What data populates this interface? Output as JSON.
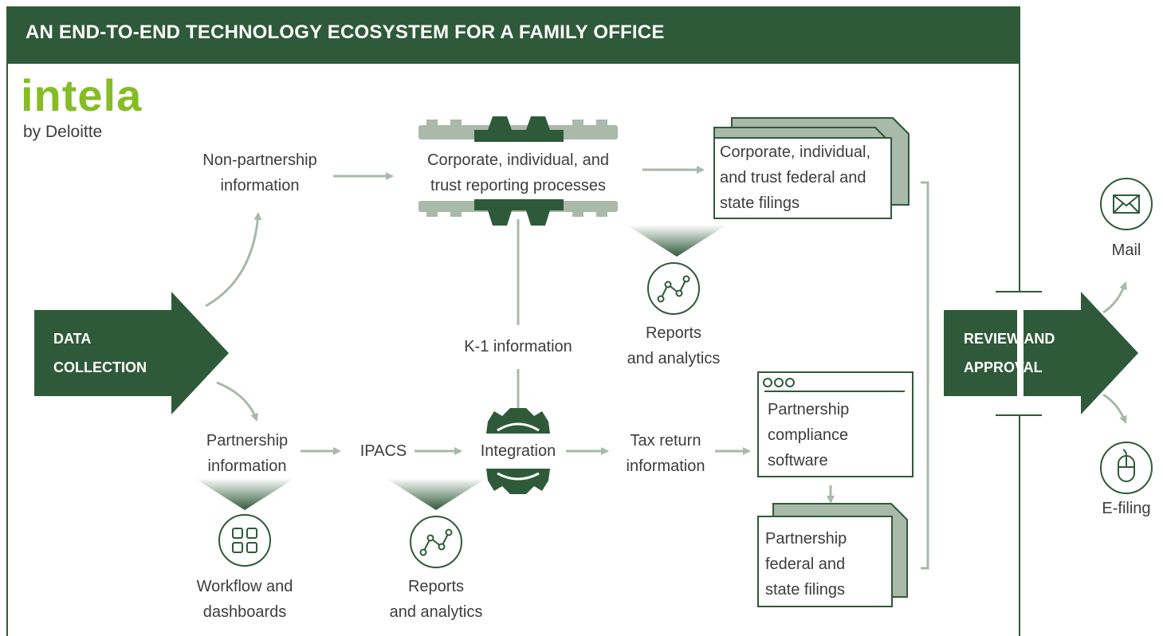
{
  "title": "AN END-TO-END TECHNOLOGY ECOSYSTEM FOR A FAMILY OFFICE",
  "logo": {
    "name": "intela",
    "byline": "by Deloitte"
  },
  "colors": {
    "dark_green": "#2f5a39",
    "light_green": "#86bc25",
    "gray_green": "#a9b9aa",
    "text": "#3d3d3d"
  },
  "nodes": {
    "data_collection": {
      "line1": "DATA",
      "line2": "COLLECTION"
    },
    "review_approval": {
      "line1": "REVIEW AND",
      "line2": "APPROVAL"
    },
    "non_partnership": {
      "line1": "Non-partnership",
      "line2": "information"
    },
    "corporate_processes": {
      "line1": "Corporate, individual, and",
      "line2": "trust reporting processes"
    },
    "corporate_filings": {
      "line1": "Corporate, individual,",
      "line2": "and trust federal and",
      "line3": "state filings"
    },
    "reports_top": {
      "line1": "Reports",
      "line2": "and analytics"
    },
    "k1": {
      "label": "K-1 information"
    },
    "partnership_info": {
      "line1": "Partnership",
      "line2": "information"
    },
    "ipacs": {
      "label": "IPACS"
    },
    "integration": {
      "label": "Integration"
    },
    "tax_return": {
      "line1": "Tax return",
      "line2": "information"
    },
    "software": {
      "line1": "Partnership",
      "line2": "compliance",
      "line3": "software"
    },
    "partnership_filings": {
      "line1": "Partnership",
      "line2": "federal and",
      "line3": "state filings"
    },
    "workflow": {
      "line1": "Workflow and",
      "line2": "dashboards"
    },
    "reports_bottom": {
      "line1": "Reports",
      "line2": "and analytics"
    },
    "mail": {
      "label": "Mail"
    },
    "efiling": {
      "label": "E-filing"
    }
  },
  "icons": [
    "envelope-icon",
    "mouse-icon",
    "analytics-icon",
    "grid-icon",
    "gear-icon",
    "document-icon",
    "browser-window-icon"
  ]
}
